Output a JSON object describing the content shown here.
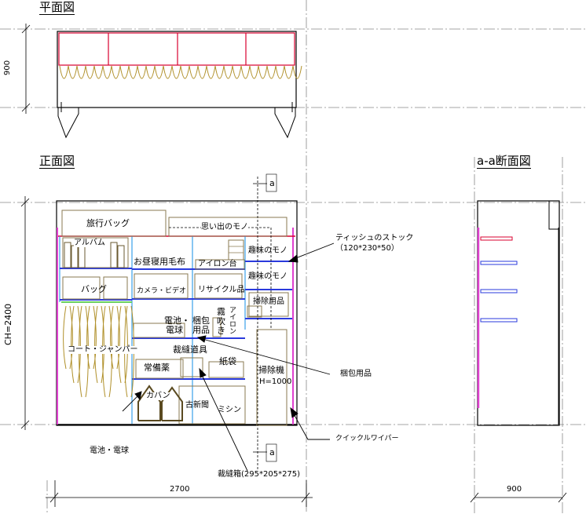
{
  "titles": {
    "plan": "平面図",
    "front": "正面図",
    "section": "a-a断面図"
  },
  "section_marks": {
    "top": "a",
    "bottom": "a"
  },
  "dimensions": {
    "plan_depth": "900",
    "height": "CH=2400",
    "width": "2700",
    "section_depth": "900"
  },
  "items": {
    "travel_bag": "旅行バッグ",
    "memories": "思い出のモノ",
    "album": "アルバム",
    "nap_blanket": "お昼寝用毛布",
    "iron_stand": "アイロン台",
    "hobby1": "趣味のモノ",
    "hobby2": "趣味のモノ",
    "bag": "バッグ",
    "camera": "カメラ・ビデオ",
    "recycle": "リサイクル品",
    "cleaning": "掃除用品",
    "coat": "コート・ジャンパー",
    "battery_a": "電池・",
    "battery_b": "電球",
    "pack_a": "梱包",
    "pack_b": "用品",
    "spray_a": "霧",
    "spray_b": "吹",
    "spray_c": "き",
    "iron_v": "アイロン",
    "sewing_tools": "裁縫道具",
    "medicine": "常備薬",
    "paper_bag": "紙袋",
    "vacuum": "掃除機",
    "vacuum_h": "H=1000",
    "kaban": "カバン",
    "newspaper": "古新聞",
    "sewing_machine": "ミシン"
  },
  "callouts": {
    "tissue": "ティッシュのストック",
    "tissue_size": "（120*230*50）",
    "pack_supplies": "梱包用品",
    "quickle": "クイックルワイパー",
    "battery_floor": "電池・電球",
    "sewing_box": "裁縫箱(295*205*275)"
  }
}
